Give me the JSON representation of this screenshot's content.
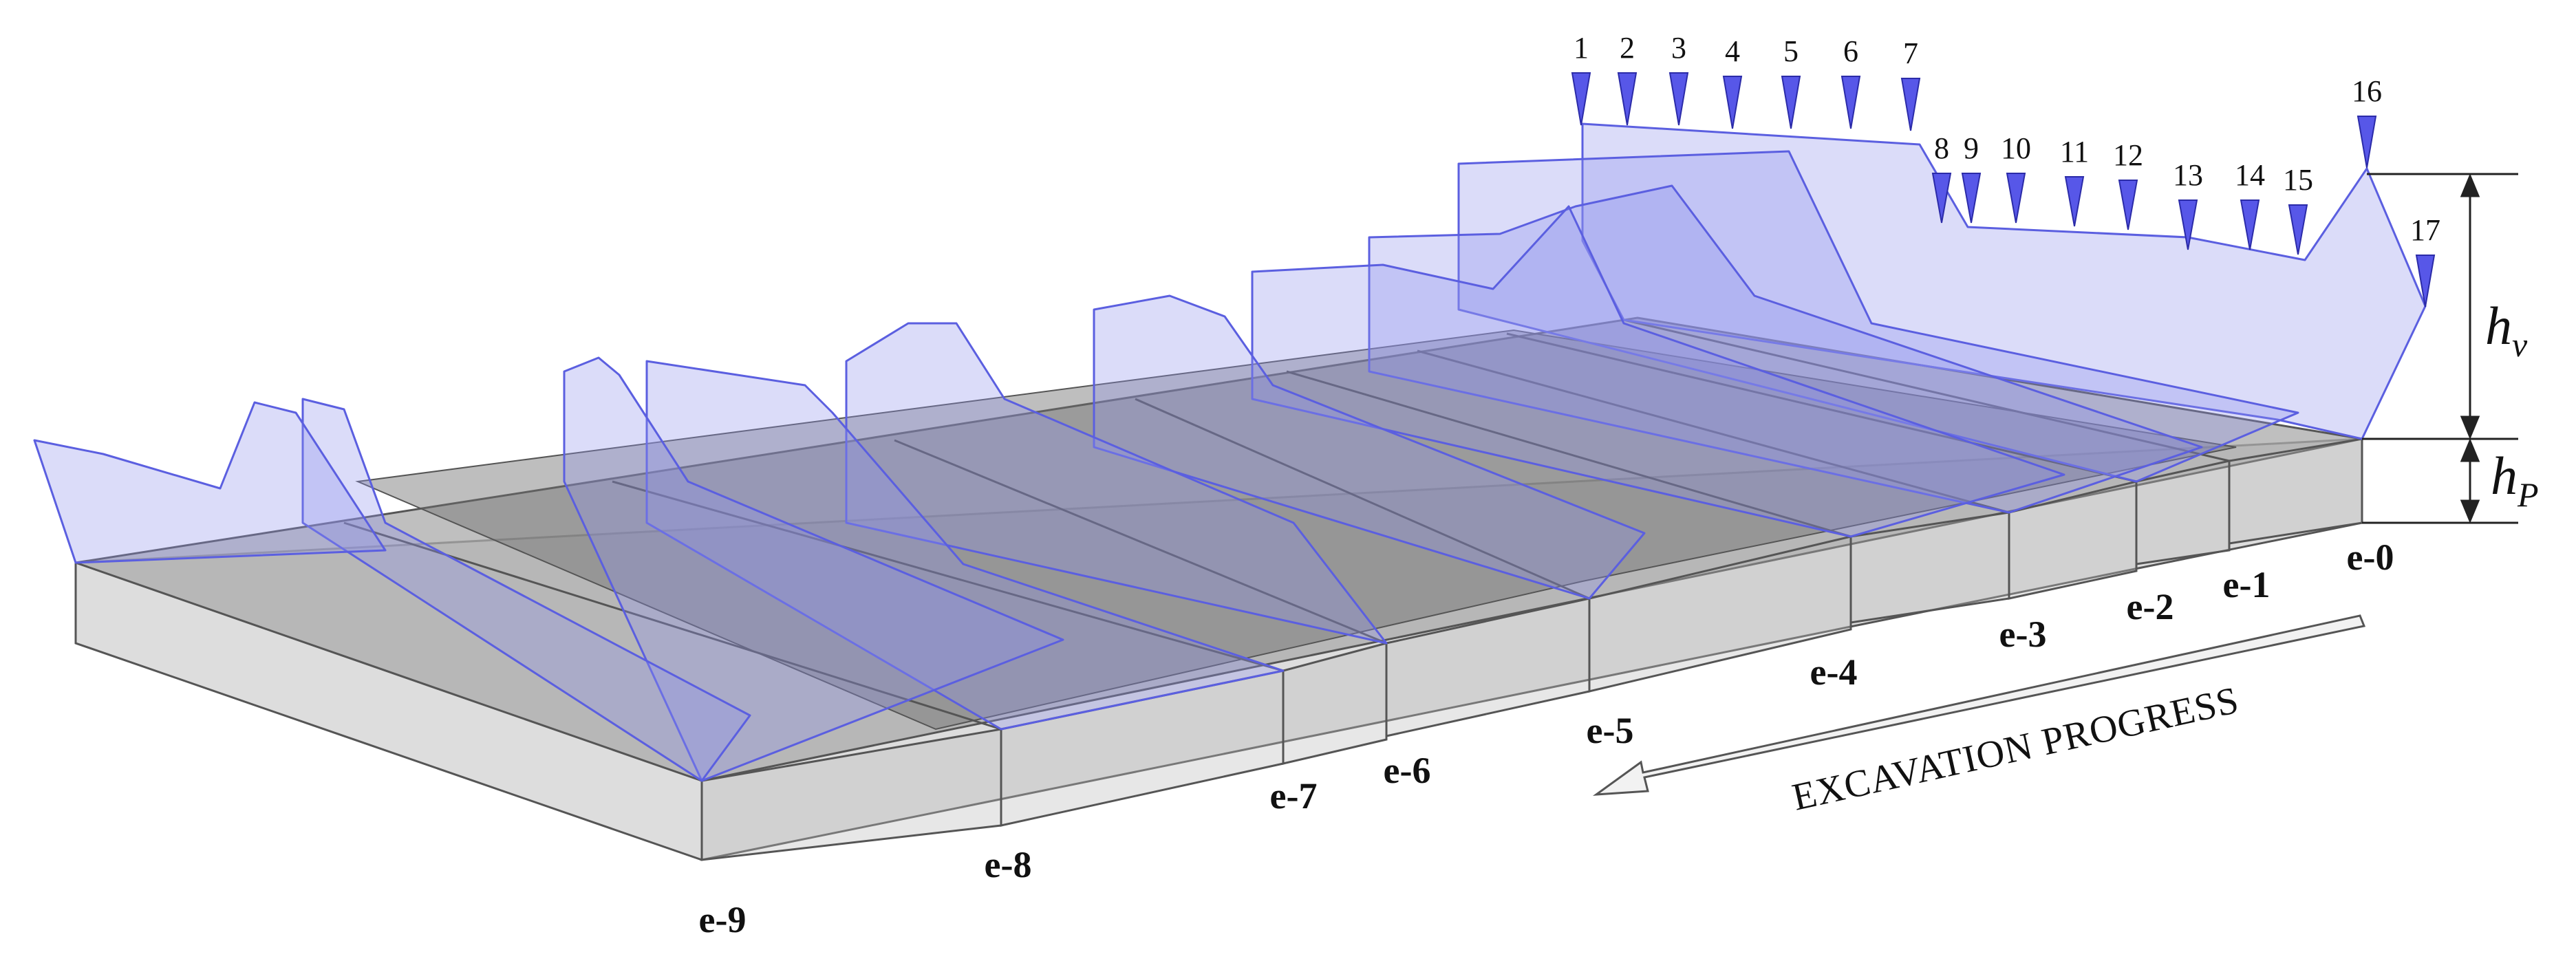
{
  "stages": [
    "e-0",
    "e-1",
    "e-2",
    "e-3",
    "e-4",
    "e-5",
    "e-6",
    "e-7",
    "e-8",
    "e-9"
  ],
  "sensors": [
    "1",
    "2",
    "3",
    "4",
    "5",
    "6",
    "7",
    "8",
    "9",
    "10",
    "11",
    "12",
    "13",
    "14",
    "15",
    "16",
    "17"
  ],
  "arrow_text": "EXCAVATION PROGRESS",
  "dimensions": {
    "hv_main": "h",
    "hv_sub": "v",
    "hp_main": "h",
    "hp_sub": "P"
  },
  "colors": {
    "slab_top": "#a9a9a9",
    "slab_side": "#cfcfcf",
    "slab_edge": "#555555",
    "profile_fill": "#8f92ec",
    "profile_edge": "#5b5fe0",
    "marker": "#5757e8"
  }
}
